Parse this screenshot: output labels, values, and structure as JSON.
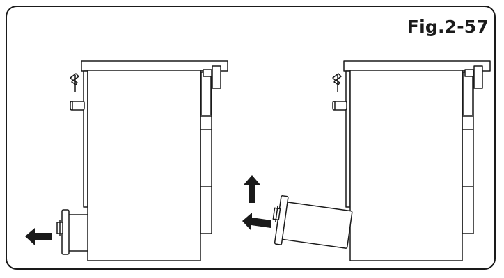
{
  "figure": {
    "label": "Fig.2-57"
  },
  "colors": {
    "line": "#1a1a1a",
    "fill": "#ffffff",
    "arrow": "#1a1a1a"
  },
  "panels": [
    {
      "name": "left-unit",
      "step": "pull-out"
    },
    {
      "name": "right-unit",
      "step": "lift-and-remove"
    }
  ],
  "icons": [
    "arrow-left-icon",
    "arrow-up-icon",
    "pin-icon",
    "knob-icon"
  ]
}
